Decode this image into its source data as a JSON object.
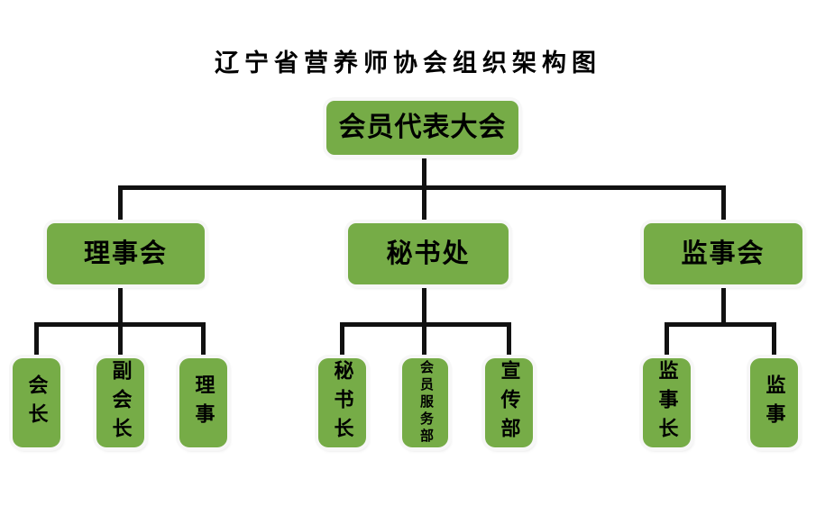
{
  "title": "辽宁省营养师协会组织架构图",
  "theme": {
    "box_fill": "#76ac47",
    "box_halo": "#f7f7f7",
    "line_color": "#111111",
    "text_color": "#000000",
    "background": "#ffffff"
  },
  "chart_data": {
    "type": "diagram",
    "diagram_type": "organizational-chart",
    "orientation": "top-down",
    "levels": 3,
    "nodes": [
      {
        "id": "n0",
        "label": "会员代表大会",
        "level": 1,
        "parent": null
      },
      {
        "id": "n1",
        "label": "理事会",
        "level": 2,
        "parent": "n0"
      },
      {
        "id": "n2",
        "label": "秘书处",
        "level": 2,
        "parent": "n0"
      },
      {
        "id": "n3",
        "label": "监事会",
        "level": 2,
        "parent": "n0"
      },
      {
        "id": "n4",
        "label": "会长",
        "level": 3,
        "parent": "n1"
      },
      {
        "id": "n5",
        "label": "副会长",
        "level": 3,
        "parent": "n1"
      },
      {
        "id": "n6",
        "label": "理事",
        "level": 3,
        "parent": "n1"
      },
      {
        "id": "n7",
        "label": "秘书长",
        "level": 3,
        "parent": "n2"
      },
      {
        "id": "n8",
        "label": "会员服务部",
        "level": 3,
        "parent": "n2"
      },
      {
        "id": "n9",
        "label": "宣传部",
        "level": 3,
        "parent": "n2"
      },
      {
        "id": "n10",
        "label": "监事长",
        "level": 3,
        "parent": "n3"
      },
      {
        "id": "n11",
        "label": "监事",
        "level": 3,
        "parent": "n3"
      }
    ]
  },
  "root": {
    "label": "会员代表大会"
  },
  "branches": [
    {
      "label": "理事会",
      "children": [
        {
          "label": "会长"
        },
        {
          "label": "副会长"
        },
        {
          "label": "理事"
        }
      ]
    },
    {
      "label": "秘书处",
      "children": [
        {
          "label": "秘书长"
        },
        {
          "label": "会员服务部"
        },
        {
          "label": "宣传部"
        }
      ]
    },
    {
      "label": "监事会",
      "children": [
        {
          "label": "监事长"
        },
        {
          "label": "监事"
        }
      ]
    }
  ]
}
